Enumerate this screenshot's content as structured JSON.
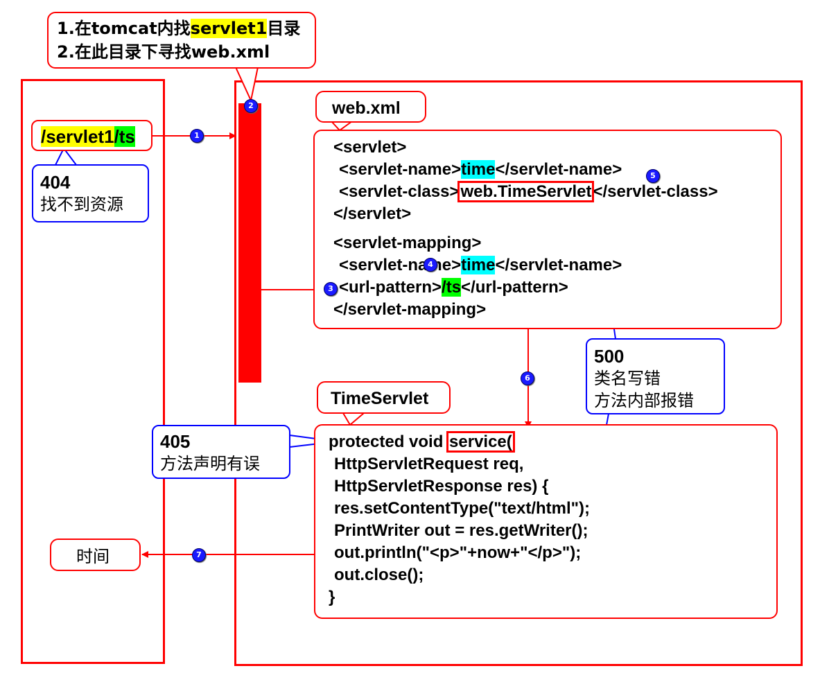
{
  "top_note": {
    "line1_prefix": "1.在tomcat内找",
    "line1_highlight": "servlet1",
    "line1_suffix": "目录",
    "line2": "2.在此目录下寻找web.xml"
  },
  "request_url": {
    "part1": "/servlet1",
    "part2": "/ts"
  },
  "error_404": {
    "code": "404",
    "text": "找不到资源"
  },
  "error_405": {
    "code": "405",
    "text": "方法声明有误"
  },
  "error_500": {
    "code": "500",
    "line1": "类名写错",
    "line2": "方法内部报错"
  },
  "result_label": "时间",
  "webxml": {
    "title": "web.xml",
    "servlet_open": "<servlet>",
    "name_open": "<servlet-name>",
    "name_value": "time",
    "name_close": "</servlet-name>",
    "class_open": "<servlet-class>",
    "class_value": "web.TimeServlet",
    "class_close": "</servlet-class>",
    "servlet_close": "</servlet>",
    "mapping_open": "<servlet-mapping>",
    "map_name_open": "<servlet-name>",
    "map_name_value": "time",
    "map_name_close": "</servlet-name>",
    "pattern_open": "<url-pattern>",
    "pattern_value": "/ts",
    "pattern_close": "</url-pattern>",
    "mapping_close": "</servlet-mapping>"
  },
  "servlet_code": {
    "title": "TimeServlet",
    "line1_prefix": "protected void ",
    "line1_method": "service(",
    "line2": "HttpServletRequest req,",
    "line3": "HttpServletResponse res) {",
    "line4": "res.setContentType(\"text/html\");",
    "line5": "PrintWriter out = res.getWriter();",
    "line6": "out.println(\"<p>\"+now+\"</p>\");",
    "line7": "out.close();",
    "line8": "}"
  },
  "steps": [
    "1",
    "2",
    "3",
    "4",
    "5",
    "6",
    "7"
  ],
  "colors": {
    "red": "#ff0000",
    "blue": "#0000ff",
    "badge": "#1a1aff",
    "yellow": "#ffff00",
    "cyan": "#00ffff",
    "green": "#00ff00"
  }
}
